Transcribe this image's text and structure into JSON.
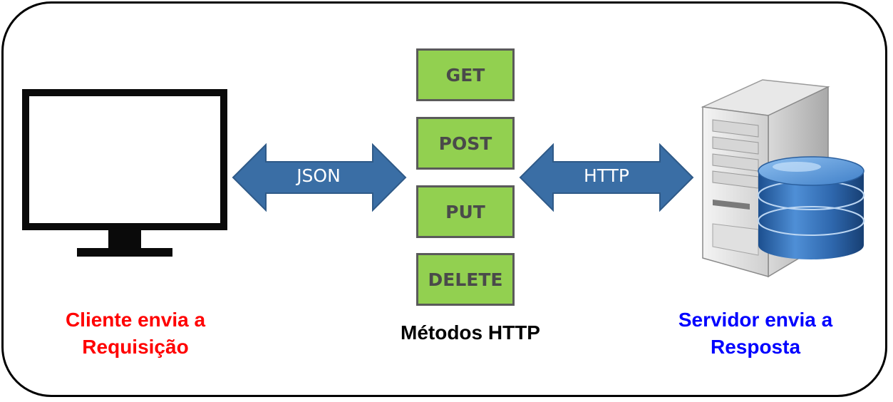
{
  "client": {
    "caption_line1": "Cliente envia a",
    "caption_line2": "Requisição",
    "caption_color": "#ff0000",
    "icon": "monitor-icon"
  },
  "center": {
    "methods": [
      "GET",
      "POST",
      "PUT",
      "DELETE"
    ],
    "caption": "Métodos HTTP",
    "caption_color": "#000000",
    "box_color": "#92d050",
    "box_border_color": "#5a5a5a",
    "text_color": "#4a4a4a"
  },
  "arrows": {
    "left_label": "JSON",
    "right_label": "HTTP",
    "color": "#3a6ea5"
  },
  "server": {
    "caption_line1": "Servidor envia a",
    "caption_line2": "Resposta",
    "caption_color": "#0000ff",
    "icon": "server-database-icon"
  }
}
